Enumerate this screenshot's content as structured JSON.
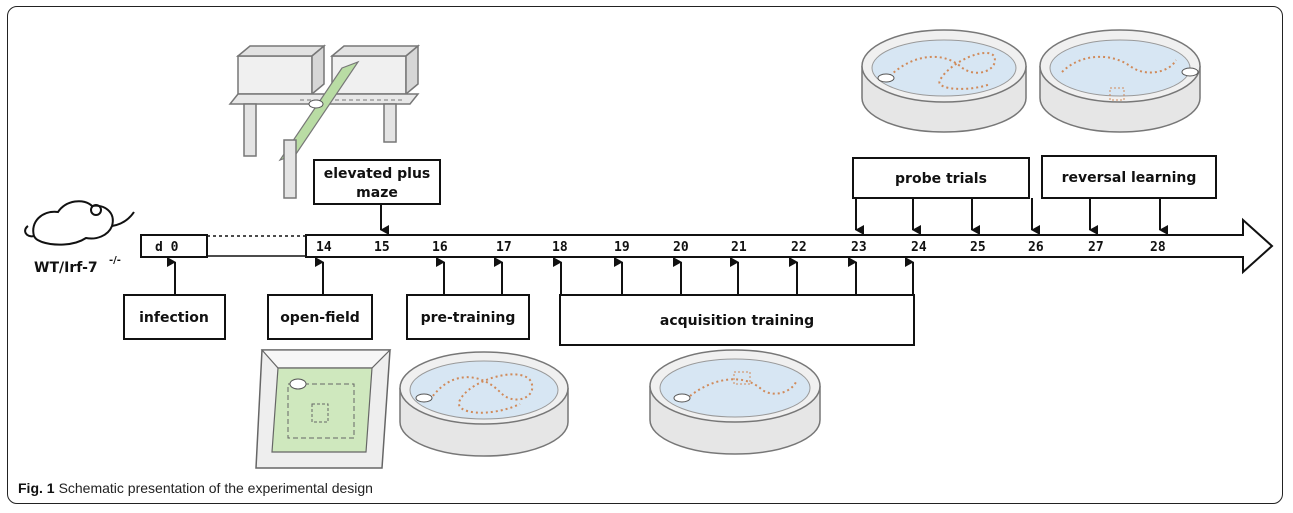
{
  "subject": {
    "label": "WT/Irf-7",
    "superscript": "-/-"
  },
  "timeline": {
    "start_label": "d 0",
    "days": [
      "14",
      "15",
      "16",
      "17",
      "18",
      "19",
      "20",
      "21",
      "22",
      "23",
      "24",
      "25",
      "26",
      "27",
      "28"
    ]
  },
  "phases": {
    "infection": "infection",
    "open_field": "open-field",
    "pre_training": "pre-training",
    "acquisition_training": "acquisition training",
    "elevated_plus_maze_line1": "elevated plus",
    "elevated_plus_maze_line2": "maze",
    "probe_trials": "probe trials",
    "reversal_learning": "reversal learning"
  },
  "caption": {
    "label": "Fig. 1",
    "text": "Schematic presentation of the experimental design"
  },
  "colors": {
    "frame": "#222222",
    "maze_arm_green": "#b9dca4",
    "pool_water": "#d7e6f3",
    "path_dots": "#d08a5a",
    "arena_green": "#cfe8be"
  }
}
